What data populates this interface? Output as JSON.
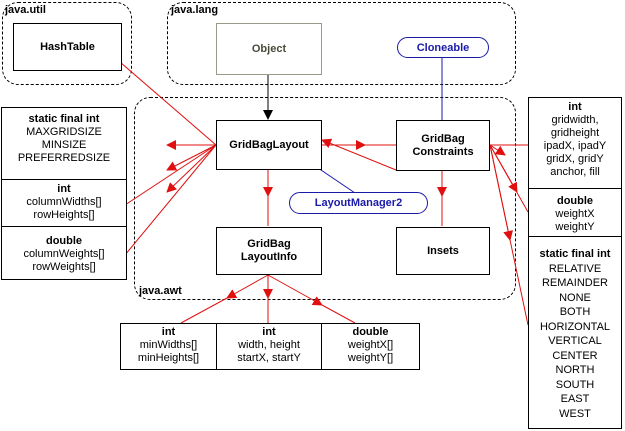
{
  "packages": {
    "util": "java.util",
    "lang": "java.lang",
    "awt": "java.awt"
  },
  "classes": {
    "hashtable": "HashTable",
    "object": "Object",
    "gridbaglayout": "GridBagLayout",
    "gridbagconstraints": [
      "GridBag",
      "Constraints"
    ],
    "gridbaglayoutinfo": [
      "GridBag",
      "LayoutInfo"
    ],
    "insets": "Insets"
  },
  "interfaces": {
    "cloneable": "Cloneable",
    "layoutmanager2": "LayoutManager2"
  },
  "layout_fields": [
    {
      "type": "static final int",
      "names": [
        "MAXGRIDSIZE",
        "MINSIZE",
        "PREFERREDSIZE"
      ]
    },
    {
      "type": "int",
      "names": [
        "columnWidths[]",
        "rowHeights[]"
      ]
    },
    {
      "type": "double",
      "names": [
        "columnWeights[]",
        "rowWeights[]"
      ]
    }
  ],
  "constraints_fields": [
    {
      "type": "int",
      "names": [
        "gridwidth,",
        "gridheight",
        "ipadX, ipadY",
        "gridX, gridY",
        "anchor, fill"
      ]
    },
    {
      "type": "double",
      "names": [
        "weightX",
        "weightY"
      ]
    },
    {
      "type": "static final int",
      "names": [
        "RELATIVE",
        "REMAINDER",
        "NONE",
        "BOTH",
        "HORIZONTAL",
        "VERTICAL",
        "CENTER",
        "NORTH",
        "SOUTH",
        "EAST",
        "WEST"
      ]
    }
  ],
  "layoutinfo_fields": [
    {
      "type": "int",
      "names": [
        "minWidths[]",
        "minHeights[]"
      ]
    },
    {
      "type": "int",
      "names": [
        "width, height",
        "startX, startY"
      ]
    },
    {
      "type": "double",
      "names": [
        "weightX[]",
        "weightY[]"
      ]
    }
  ],
  "colors": {
    "association": "#e01010",
    "inheritance": "#000000",
    "interface": "#1a1aa8",
    "object_border": "#9a9a8a"
  }
}
